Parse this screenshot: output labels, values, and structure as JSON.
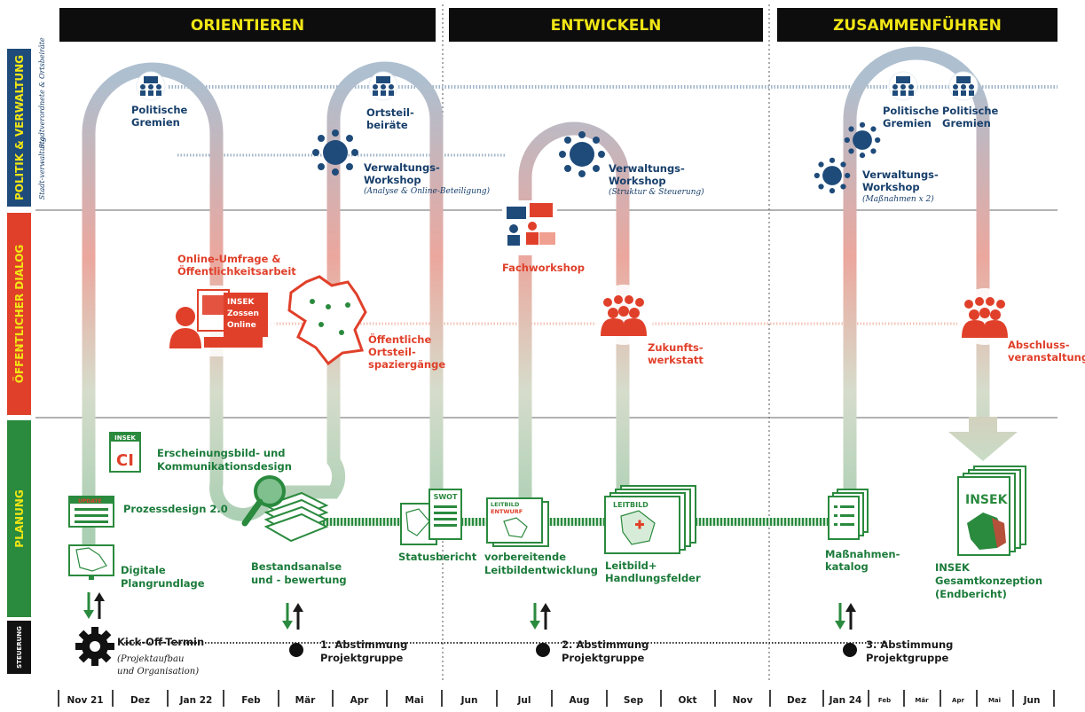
{
  "phases": [
    "ORIENTIEREN",
    "ENTWICKELN",
    "ZUSAMMENFÜHREN"
  ],
  "rows": {
    "politik": {
      "label": "POLITIK & VERWALTUNG",
      "sub_a": "Stadtverordnete & Ortsbeiräte",
      "sub_b": "Stadt-verwaltung",
      "color": "#1f4b7a",
      "text_color": "#f1e614"
    },
    "dialog": {
      "label": "ÖFFENTLICHER DIALOG",
      "color": "#e0402a",
      "text_color": "#f1e614"
    },
    "planung": {
      "label": "PLANUNG",
      "color": "#2a8a3e",
      "text_color": "#f1e614"
    },
    "steuerung": {
      "label": "STEUERUNG",
      "color": "#111111",
      "text_color": "#ffffff"
    }
  },
  "politik_items": {
    "gremien1": {
      "line1": "Politische",
      "line2": "Gremien"
    },
    "ortsteil": {
      "line1": "Ortsteil-",
      "line2": "beiräte"
    },
    "vw1": {
      "line1": "Verwaltungs-",
      "line2": "Workshop",
      "sub": "(Analyse & Online-Beteiligung)"
    },
    "vw2": {
      "line1": "Verwaltungs-",
      "line2": "Workshop",
      "sub": "(Struktur & Steuerung)"
    },
    "gremien2": {
      "line1": "Politische",
      "line2": "Gremien"
    },
    "gremien3": {
      "line1": "Politische",
      "line2": "Gremien"
    },
    "vw3": {
      "line1": "Verwaltungs-",
      "line2": "Workshop",
      "sub": "(Maßnahmen x 2)"
    }
  },
  "dialog_items": {
    "umfrage": {
      "line1": "Online-Umfrage &",
      "line2": "Öffentlichkeitsarbeit",
      "screen1": "INSEK",
      "screen2": "Zossen",
      "screen3": "Online"
    },
    "spaziergaenge": {
      "line1": "Öffentliche",
      "line2": "Ortsteil-",
      "line3": "spaziergänge"
    },
    "fachworkshop": {
      "line1": "Fachworkshop"
    },
    "zukunft": {
      "line1": "Zukunfts-",
      "line2": "werkstatt"
    },
    "abschluss": {
      "line1": "Abschluss-",
      "line2": "veranstaltung"
    }
  },
  "planung_items": {
    "ci": {
      "badge": "INSEK",
      "mark": "CI",
      "line1": "Erscheinungsbild- und",
      "line2": "Kommunikationsdesign"
    },
    "prozess": {
      "badge": "UPDATE",
      "line1": "Prozessdesign 2.0"
    },
    "plan": {
      "line1": "Digitale",
      "line2": "Plangrundlage"
    },
    "bestand": {
      "line1": "Bestandsanalse",
      "line2": "und - bewertung"
    },
    "status": {
      "badge": "SWOT",
      "line1": "Statusbericht"
    },
    "leitentwurf": {
      "badge1": "LEITBILD",
      "badge2": "ENTWURF",
      "line1": "vorbereitende",
      "line2": "Leitbildentwicklung"
    },
    "leitbild": {
      "badge": "LEITBILD",
      "line1": "Leitbild+",
      "line2": "Handlungsfelder"
    },
    "massnahmen": {
      "line1": "Maßnahmen-",
      "line2": "katalog"
    },
    "insek": {
      "badge": "INSEK",
      "line1": "INSEK",
      "line2": "Gesamtkonzeption",
      "line3": "(Endbericht)"
    }
  },
  "steuerung_items": {
    "kickoff": {
      "line1": "Kick-Off-Termin",
      "line2": "(Projektaufbau",
      "line3": "und Organisation)"
    },
    "ab1": {
      "line1": "1. Abstimmung",
      "line2": "Projektgruppe"
    },
    "ab2": {
      "line1": "2. Abstimmung",
      "line2": "Projektgruppe"
    },
    "ab3": {
      "line1": "3. Abstimmung",
      "line2": "Projektgruppe"
    }
  },
  "months": [
    "Nov 21",
    "Dez",
    "Jan 22",
    "Feb",
    "Mär",
    "Apr",
    "Mai",
    "Jun",
    "Jul",
    "Aug",
    "Sep",
    "Okt",
    "Nov",
    "Dez",
    "Jan 24",
    "Feb",
    "Mär",
    "Apr",
    "Mai",
    "Jun"
  ],
  "colors": {
    "blue": "#1f4b7a",
    "red": "#e0402a",
    "green": "#2a8a3e",
    "phase_text": "#f1e614",
    "phase_bg": "#0d0d0d"
  }
}
